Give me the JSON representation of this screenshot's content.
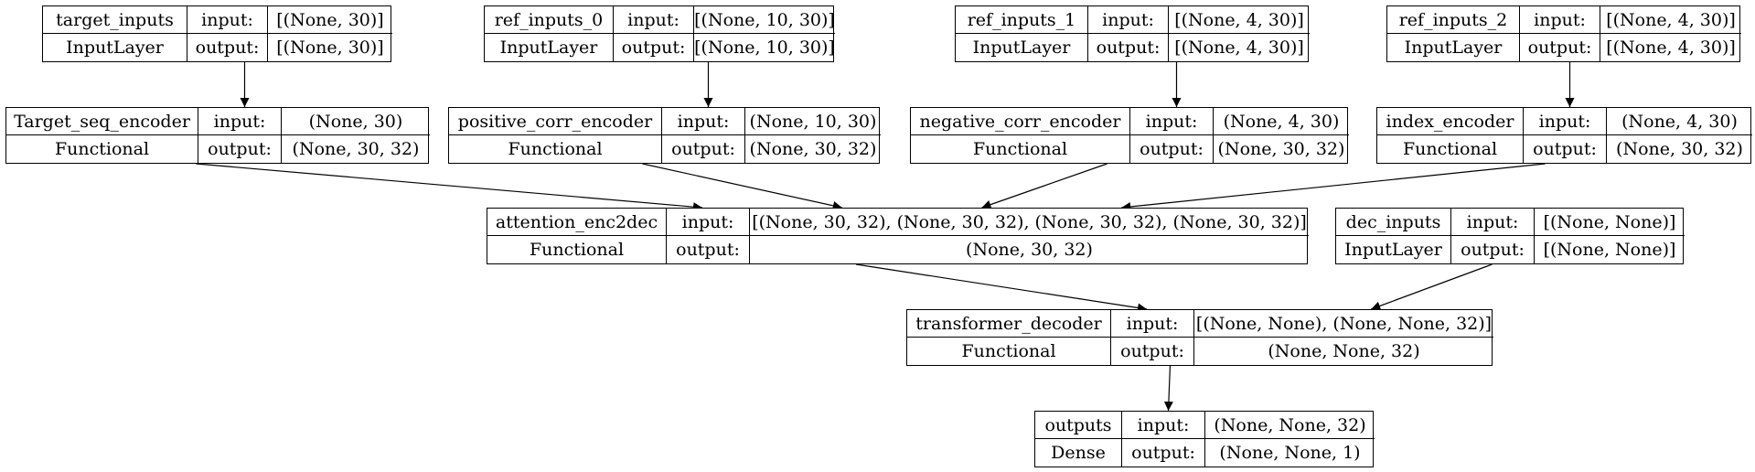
{
  "nodes": [
    {
      "id": "target_inputs",
      "name": "target_inputs",
      "kind": "InputLayer",
      "input_label": "input:",
      "output_label": "output:",
      "input": "[(None, 30)]",
      "output": "[(None, 30)]"
    },
    {
      "id": "ref_inputs_0",
      "name": "ref_inputs_0",
      "kind": "InputLayer",
      "input_label": "input:",
      "output_label": "output:",
      "input": "[(None, 10, 30)]",
      "output": "[(None, 10, 30)]"
    },
    {
      "id": "ref_inputs_1",
      "name": "ref_inputs_1",
      "kind": "InputLayer",
      "input_label": "input:",
      "output_label": "output:",
      "input": "[(None, 4, 30)]",
      "output": "[(None, 4, 30)]"
    },
    {
      "id": "ref_inputs_2",
      "name": "ref_inputs_2",
      "kind": "InputLayer",
      "input_label": "input:",
      "output_label": "output:",
      "input": "[(None, 4, 30)]",
      "output": "[(None, 4, 30)]"
    },
    {
      "id": "target_seq_encoder",
      "name": "Target_seq_encoder",
      "kind": "Functional",
      "input_label": "input:",
      "output_label": "output:",
      "input": "(None, 30)",
      "output": "(None, 30, 32)"
    },
    {
      "id": "positive_corr_encoder",
      "name": "positive_corr_encoder",
      "kind": "Functional",
      "input_label": "input:",
      "output_label": "output:",
      "input": "(None, 10, 30)",
      "output": "(None, 30, 32)"
    },
    {
      "id": "negative_corr_encoder",
      "name": "negative_corr_encoder",
      "kind": "Functional",
      "input_label": "input:",
      "output_label": "output:",
      "input": "(None, 4, 30)",
      "output": "(None, 30, 32)"
    },
    {
      "id": "index_encoder",
      "name": "index_encoder",
      "kind": "Functional",
      "input_label": "input:",
      "output_label": "output:",
      "input": "(None, 4, 30)",
      "output": "(None, 30, 32)"
    },
    {
      "id": "attention_enc2dec",
      "name": "attention_enc2dec",
      "kind": "Functional",
      "input_label": "input:",
      "output_label": "output:",
      "input": "[(None, 30, 32), (None, 30, 32), (None, 30, 32), (None, 30, 32)]",
      "output": "(None, 30, 32)"
    },
    {
      "id": "dec_inputs",
      "name": "dec_inputs",
      "kind": "InputLayer",
      "input_label": "input:",
      "output_label": "output:",
      "input": "[(None, None)]",
      "output": "[(None, None)]"
    },
    {
      "id": "transformer_decoder",
      "name": "transformer_decoder",
      "kind": "Functional",
      "input_label": "input:",
      "output_label": "output:",
      "input": "[(None, None), (None, None, 32)]",
      "output": "(None, None, 32)"
    },
    {
      "id": "outputs",
      "name": "outputs",
      "kind": "Dense",
      "input_label": "input:",
      "output_label": "output:",
      "input": "(None, None, 32)",
      "output": "(None, None, 1)"
    }
  ],
  "edges": [
    [
      "target_inputs",
      "target_seq_encoder"
    ],
    [
      "ref_inputs_0",
      "positive_corr_encoder"
    ],
    [
      "ref_inputs_1",
      "negative_corr_encoder"
    ],
    [
      "ref_inputs_2",
      "index_encoder"
    ],
    [
      "target_seq_encoder",
      "attention_enc2dec"
    ],
    [
      "positive_corr_encoder",
      "attention_enc2dec"
    ],
    [
      "negative_corr_encoder",
      "attention_enc2dec"
    ],
    [
      "index_encoder",
      "attention_enc2dec"
    ],
    [
      "attention_enc2dec",
      "transformer_decoder"
    ],
    [
      "dec_inputs",
      "transformer_decoder"
    ],
    [
      "transformer_decoder",
      "outputs"
    ]
  ]
}
